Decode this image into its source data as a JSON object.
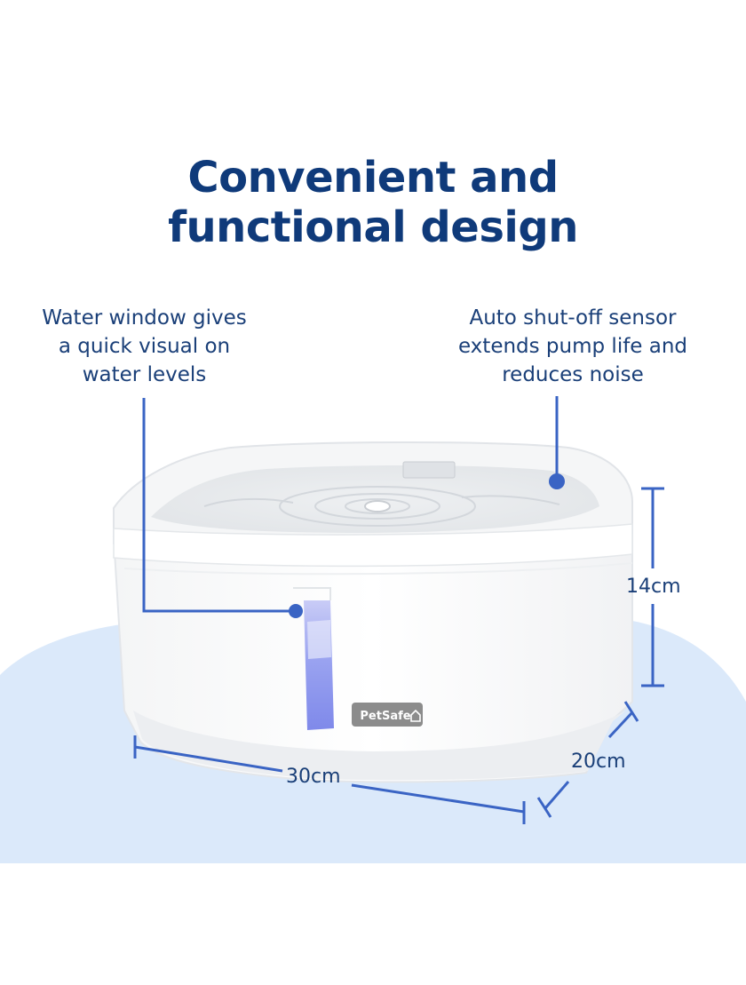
{
  "headline": {
    "line1": "Convenient and",
    "line2": "functional design"
  },
  "callouts": {
    "water_window": "Water window gives\na quick visual on\nwater levels",
    "auto_shutoff": "Auto shut-off sensor\nextends pump life and\nreduces noise"
  },
  "dimensions": {
    "height": "14cm",
    "width": "30cm",
    "depth": "20cm"
  },
  "product": {
    "brand": "PetSafe"
  },
  "colors": {
    "title": "#0f3a7a",
    "annotation_line": "#3a64c4",
    "floor_shadow": "#dbe9fa",
    "water_window": "#8f98ee",
    "logo_badge": "#8c8c8c"
  }
}
